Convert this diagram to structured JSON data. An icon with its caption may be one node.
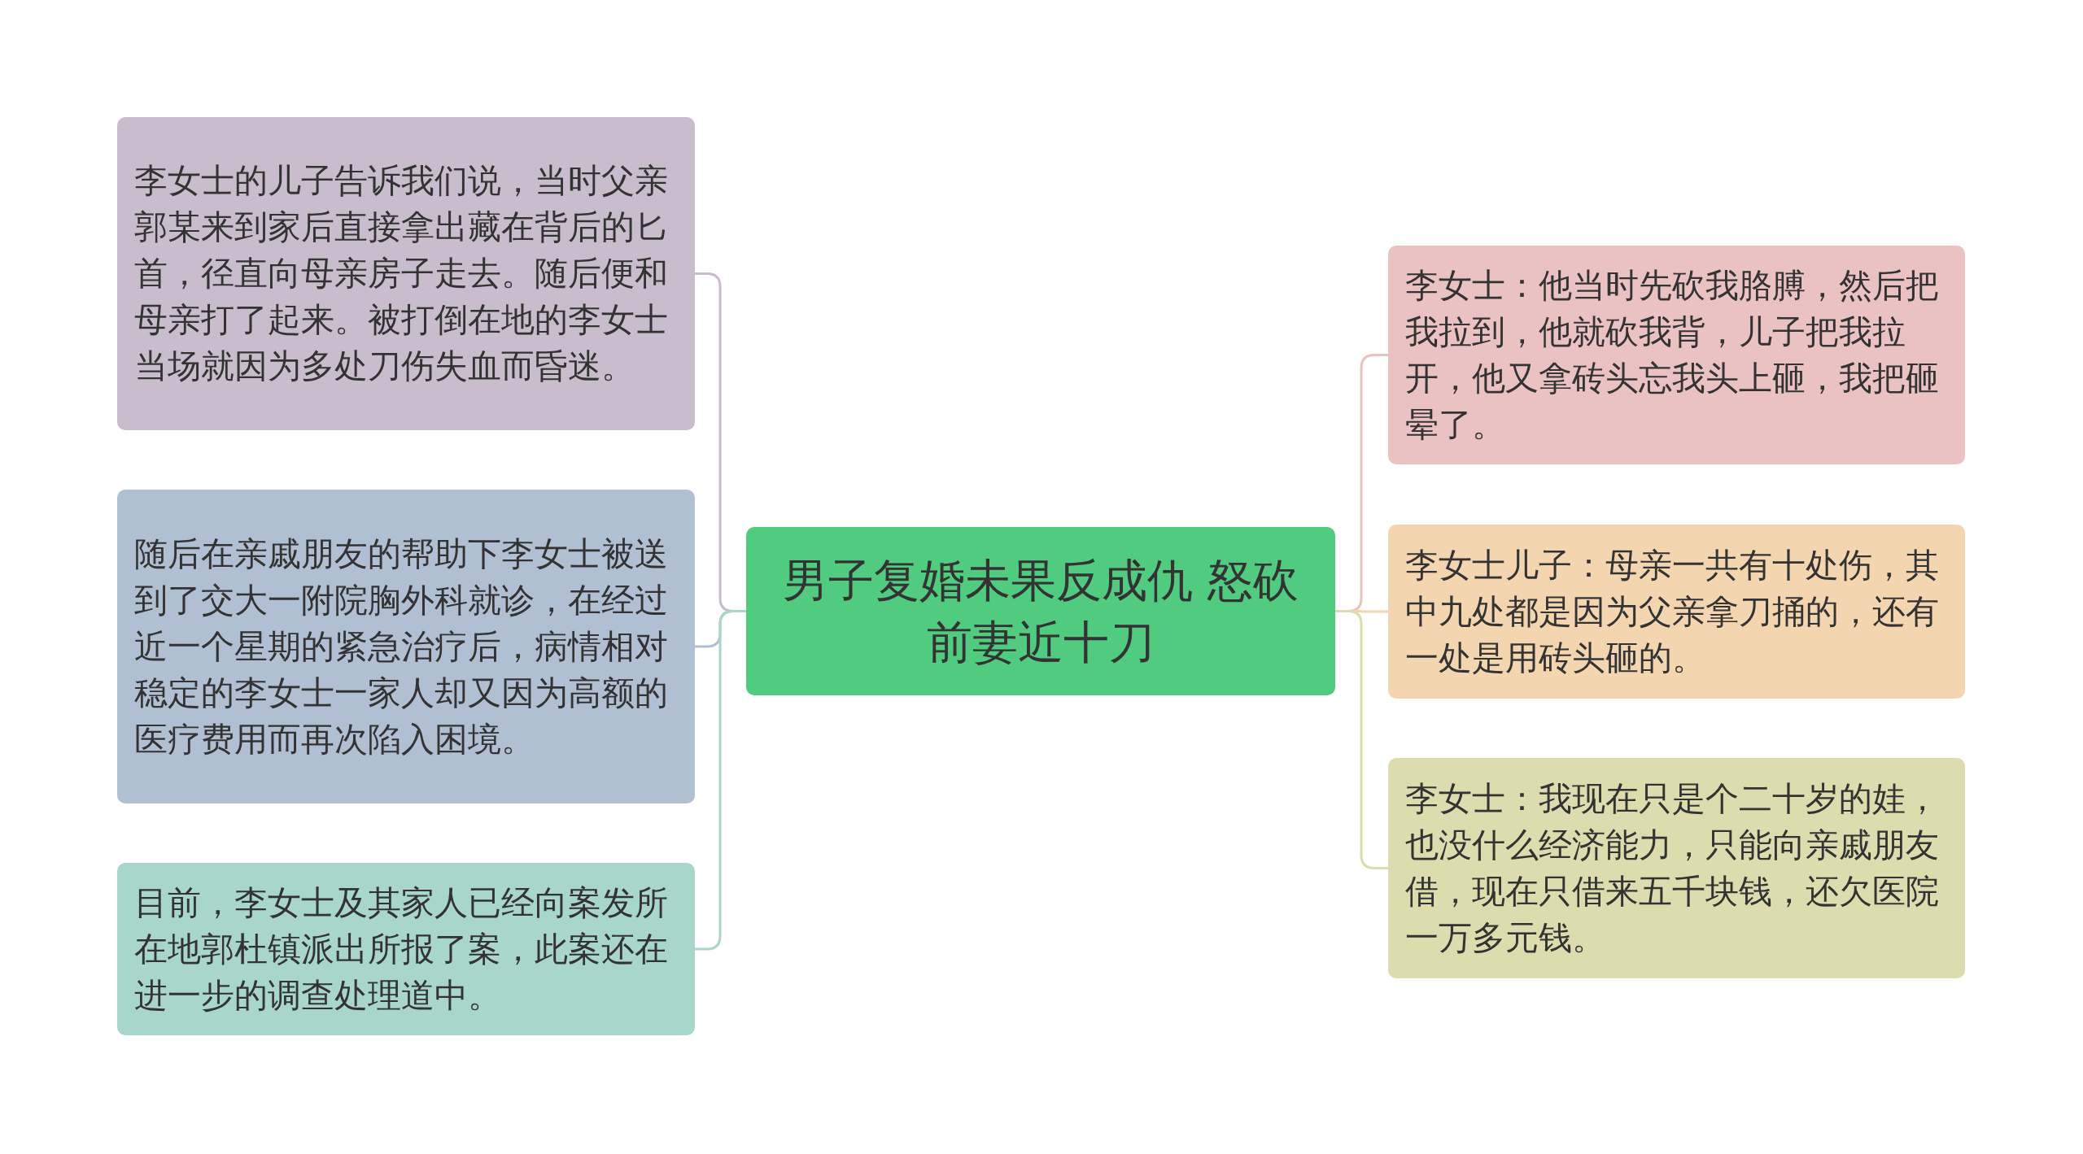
{
  "diagram": {
    "nodes": [
      {
        "text": [
          "男子复婚未果反成仇 怒砍前妻近十刀"
        ]
      },
      {
        "text": [
          "李女士的儿子告诉我们说，当时父亲郭某来到家后直接拿出藏在背后的匕首，径直向母亲房子走去。随后便和母亲打了起来。被打倒在地的李女士当场就因为多处刀伤失血而昏迷。"
        ]
      },
      {
        "text": [
          "随后在亲戚朋友的帮助下李女士被送到了交大一附院胸外科就诊，在经过近一个星期的紧急治疗后，病情相对稳定的李女士一家人却又因为高额的医疗费用而再次陷入困境。"
        ]
      },
      {
        "text": [
          "目前，李女士及其家人已经向案发所在地郭杜镇派出所报了案，此案还在进一步的调查处理道中。"
        ]
      },
      {
        "text": [
          "李女士：他当时先砍我胳膊，然后把我拉到，他就砍我背，儿子把我拉开，他又拿砖头忘我头上砸，我把砸晕了。"
        ]
      },
      {
        "text": [
          "李女士儿子：母亲一共有十处伤，其中九处都是因为父亲拿刀捅的，还有一处是用砖头砸的。"
        ]
      },
      {
        "text": [
          "李女士：我现在只是个二十岁的娃，也没什么经济能力，只能向亲戚朋友借，现在只借来五千块钱，还欠医院一万多元钱。"
        ]
      }
    ],
    "edges": [
      {
        "from": 0,
        "to": 1,
        "arrow": "none",
        "color": "#c9bccd"
      },
      {
        "from": 0,
        "to": 2,
        "arrow": "none",
        "color": "#b0bfd2"
      },
      {
        "from": 0,
        "to": 3,
        "arrow": "none",
        "color": "#a9d6ca"
      },
      {
        "from": 0,
        "to": 4,
        "arrow": "none",
        "color": "#ebc2c2"
      },
      {
        "from": 0,
        "to": 5,
        "arrow": "none",
        "color": "#f3d5b0"
      },
      {
        "from": 0,
        "to": 6,
        "arrow": "none",
        "color": "#dcdcae"
      }
    ]
  }
}
